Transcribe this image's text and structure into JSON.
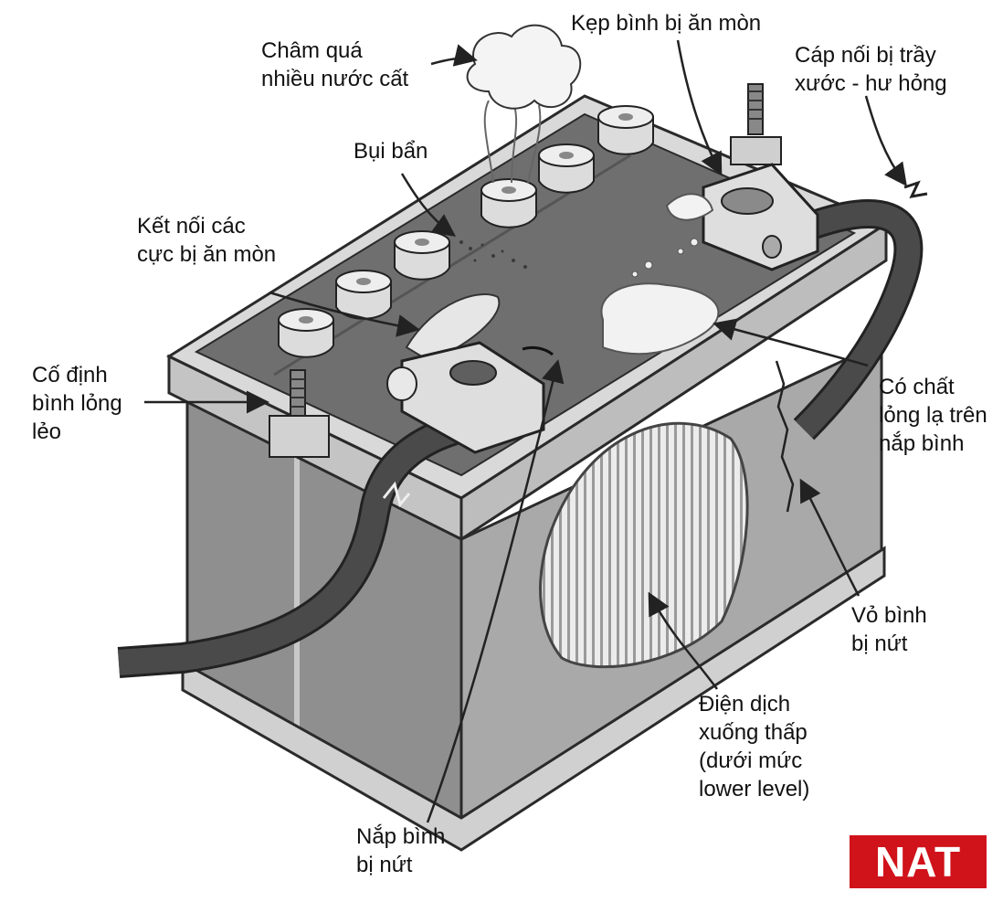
{
  "labels": {
    "overfill": [
      "Châm quá",
      "nhiều nước cất"
    ],
    "dirt": [
      "Bụi bẩn"
    ],
    "terminal_corrosion": [
      "Kết nối các",
      "cực bị ăn mòn"
    ],
    "clamp_corrosion": [
      "Kẹp bình bị ăn mòn"
    ],
    "cable_damage": [
      "Cáp nối bị trầy",
      "xước - hư hỏng"
    ],
    "loose_mount": [
      "Cố định",
      "bình lỏng",
      "lẻo"
    ],
    "liquid_on_top": [
      "Có chất",
      "lỏng lạ trên",
      "nắp bình"
    ],
    "case_crack": [
      "Vỏ bình",
      "bị nứt"
    ],
    "low_electrolyte": [
      "Điện dịch",
      "xuống thấp",
      "(dưới mức",
      "lower level)"
    ],
    "cover_crack": [
      "Nắp bình",
      "bị nứt"
    ]
  },
  "logo": "NAT",
  "colors": {
    "logo_bg": "#d0121b",
    "case_front": "#8f8f8f",
    "case_side": "#a9a9a9",
    "top": "#6f6f6f",
    "frame": "#d9d9d9",
    "cable": "#4a4a4a"
  }
}
